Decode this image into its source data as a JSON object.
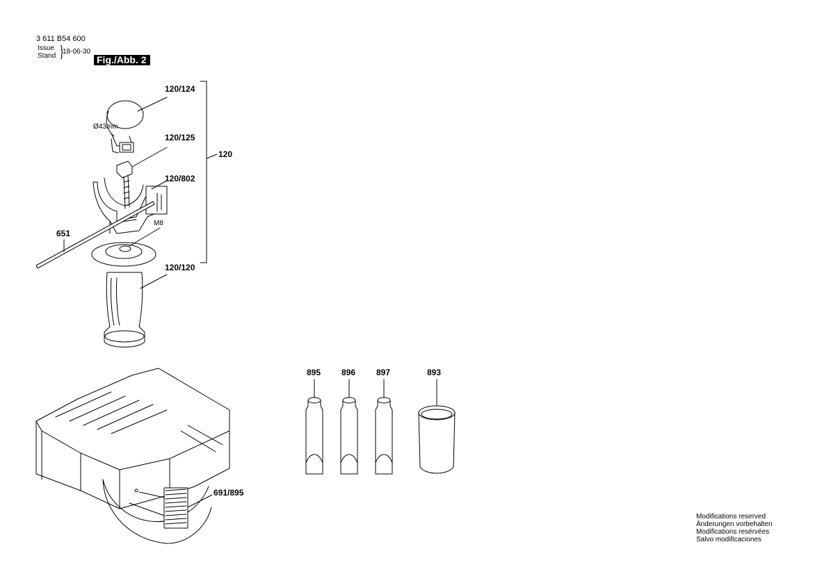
{
  "header": {
    "part_number": "3 611 B54 600",
    "issue_label": "Issue",
    "stand_label": "Stand",
    "issue_date": "18-06-30",
    "figure_label": "Fig./Abb. 2"
  },
  "callouts": {
    "c120_124": "120/124",
    "c120_125": "120/125",
    "c120": "120",
    "c120_802": "120/802",
    "c651": "651",
    "cm8": "M8",
    "c120_120": "120/120",
    "diameter": "Ø43mm",
    "c691_895": "691/895",
    "c895": "895",
    "c896": "896",
    "c897": "897",
    "c893": "893"
  },
  "notice": {
    "line1": "Modifications reserved",
    "line2": "Änderungen vorbehalten",
    "line3": "Modifications resérvées",
    "line4": "Salvo modificaciones"
  }
}
